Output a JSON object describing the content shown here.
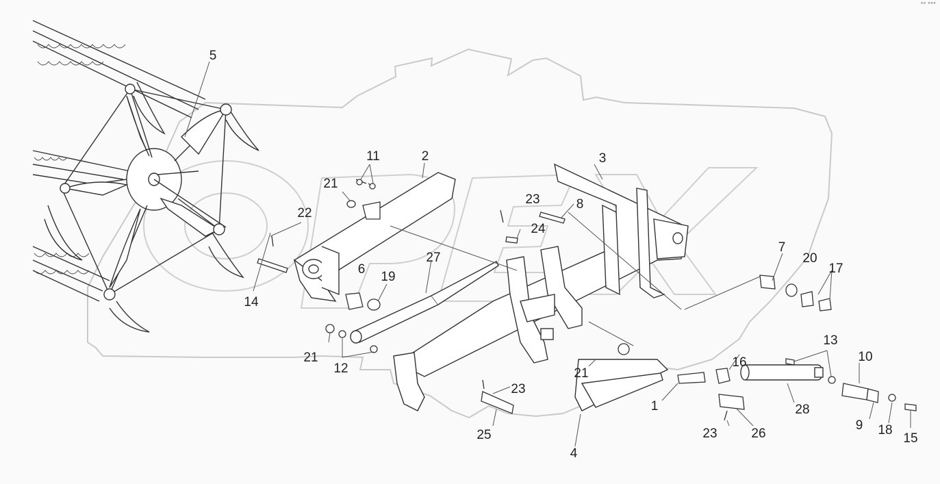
{
  "diagram": {
    "watermark_text": "OPEX",
    "corner_mark": "°° °°°",
    "callouts": [
      {
        "id": "c5",
        "text": "5"
      },
      {
        "id": "c11",
        "text": "11"
      },
      {
        "id": "c2",
        "text": "2"
      },
      {
        "id": "c3",
        "text": "3"
      },
      {
        "id": "c21a",
        "text": "21"
      },
      {
        "id": "c23a",
        "text": "23"
      },
      {
        "id": "c8",
        "text": "8"
      },
      {
        "id": "c22",
        "text": "22"
      },
      {
        "id": "c24",
        "text": "24"
      },
      {
        "id": "c7",
        "text": "7"
      },
      {
        "id": "c20",
        "text": "20"
      },
      {
        "id": "c17",
        "text": "17"
      },
      {
        "id": "c27",
        "text": "27"
      },
      {
        "id": "c6",
        "text": "6"
      },
      {
        "id": "c19",
        "text": "19"
      },
      {
        "id": "c14",
        "text": "14"
      },
      {
        "id": "c21b",
        "text": "21"
      },
      {
        "id": "c12",
        "text": "12"
      },
      {
        "id": "c16",
        "text": "16"
      },
      {
        "id": "c13",
        "text": "13"
      },
      {
        "id": "c10",
        "text": "10"
      },
      {
        "id": "c21c",
        "text": "21"
      },
      {
        "id": "c23b",
        "text": "23"
      },
      {
        "id": "c1",
        "text": "1"
      },
      {
        "id": "c28",
        "text": "28"
      },
      {
        "id": "c9",
        "text": "9"
      },
      {
        "id": "c18",
        "text": "18"
      },
      {
        "id": "c15",
        "text": "15"
      },
      {
        "id": "c25",
        "text": "25"
      },
      {
        "id": "c23c",
        "text": "23"
      },
      {
        "id": "c26",
        "text": "26"
      },
      {
        "id": "c4",
        "text": "4"
      }
    ]
  }
}
